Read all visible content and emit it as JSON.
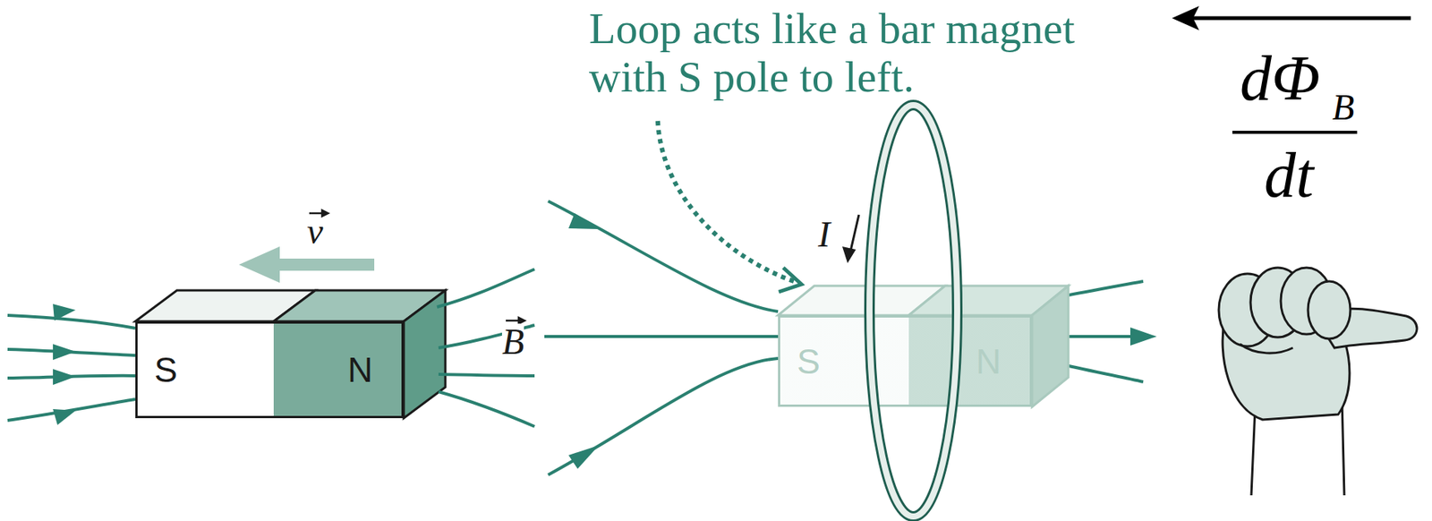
{
  "diagram": {
    "nodes": [
      {
        "text": [
          "S",
          "N"
        ]
      },
      {
        "text": [
          "S",
          "N"
        ]
      }
    ],
    "labels": [
      "Loop acts like a bar magnet with S pole to left.",
      "dΦ",
      "B",
      "dt",
      "v",
      "B",
      "I"
    ]
  }
}
